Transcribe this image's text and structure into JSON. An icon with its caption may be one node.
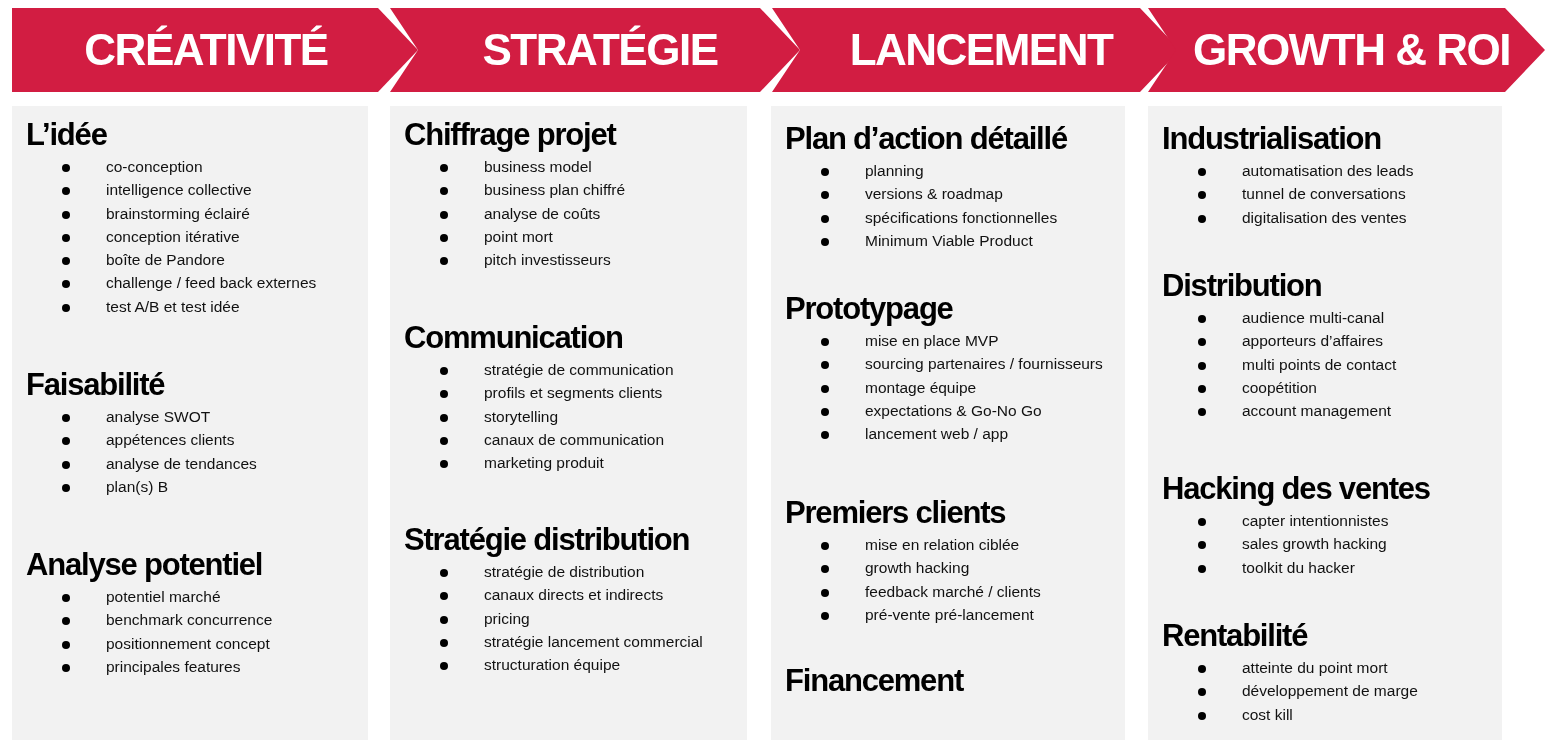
{
  "diagram": {
    "nodes": [
      {
        "text": [
          "CRÉATIVITÉ"
        ]
      },
      {
        "text": [
          "STRATÉGIE"
        ]
      },
      {
        "text": [
          "LANCEMENT"
        ]
      },
      {
        "text": [
          "GROWTH & ROI"
        ]
      },
      {
        "text": [],
        "shape": "box"
      },
      {
        "text": [
          "L’idée",
          "co-conception",
          "intelligence collective",
          "brainstorming éclairé",
          "conception itérative",
          "boîte de Pandore",
          "challenge / feed back externes",
          "test A/B et test idée"
        ],
        "in": 4
      },
      {
        "text": [
          "Faisabilité",
          "analyse SWOT",
          "appétences clients",
          "analyse de tendances",
          "plan(s) B"
        ],
        "in": 4
      },
      {
        "text": [
          "Analyse potentiel",
          "potentiel marché",
          "benchmark concurrence",
          "positionnement concept",
          "principales features"
        ],
        "in": 4
      },
      {
        "text": [],
        "shape": "box"
      },
      {
        "text": [
          "Chiffrage projet",
          "business model",
          "business plan chiffré",
          "analyse de coûts",
          "point mort",
          "pitch investisseurs"
        ],
        "in": 8
      },
      {
        "text": [
          "Communication",
          "stratégie de communication",
          "profils et segments clients",
          "storytelling",
          "canaux de communication",
          "marketing produit"
        ],
        "in": 8
      },
      {
        "text": [
          "Stratégie distribution",
          "stratégie de distribution",
          "canaux directs et indirects",
          "pricing",
          "stratégie lancement commercial",
          "structuration équipe"
        ],
        "in": 8
      },
      {
        "text": [],
        "shape": "box"
      },
      {
        "text": [
          "Plan d’action détaillé",
          "planning",
          "versions & roadmap",
          "spécifications fonctionnelles",
          "Minimum Viable Product"
        ],
        "in": 12
      },
      {
        "text": [
          "Prototypage",
          "mise en place MVP",
          "sourcing partenaires / fournisseurs",
          "montage équipe",
          "expectations & Go-No Go",
          "lancement web / app"
        ],
        "in": 12
      },
      {
        "text": [
          "Premiers clients",
          "mise en relation ciblée",
          "growth hacking",
          "feedback marché / clients",
          "pré-vente pré-lancement"
        ],
        "in": 12
      },
      {
        "text": [
          "Financement"
        ],
        "in": 12
      },
      {
        "text": [],
        "shape": "box"
      },
      {
        "text": [
          "Industrialisation",
          "automatisation des leads",
          "tunnel de conversations",
          "digitalisation des ventes"
        ],
        "in": 17
      },
      {
        "text": [
          "Distribution",
          "audience multi-canal",
          "apporteurs d’affaires",
          "multi points de contact",
          "coopétition",
          "account management"
        ],
        "in": 17
      },
      {
        "text": [
          "Hacking des ventes",
          "capter intentionnistes",
          "sales growth hacking",
          "toolkit du hacker"
        ],
        "in": 17
      },
      {
        "text": [
          "Rentabilité",
          "atteinte du point mort",
          "développement de marge",
          "cost kill"
        ],
        "in": 17
      }
    ]
  }
}
